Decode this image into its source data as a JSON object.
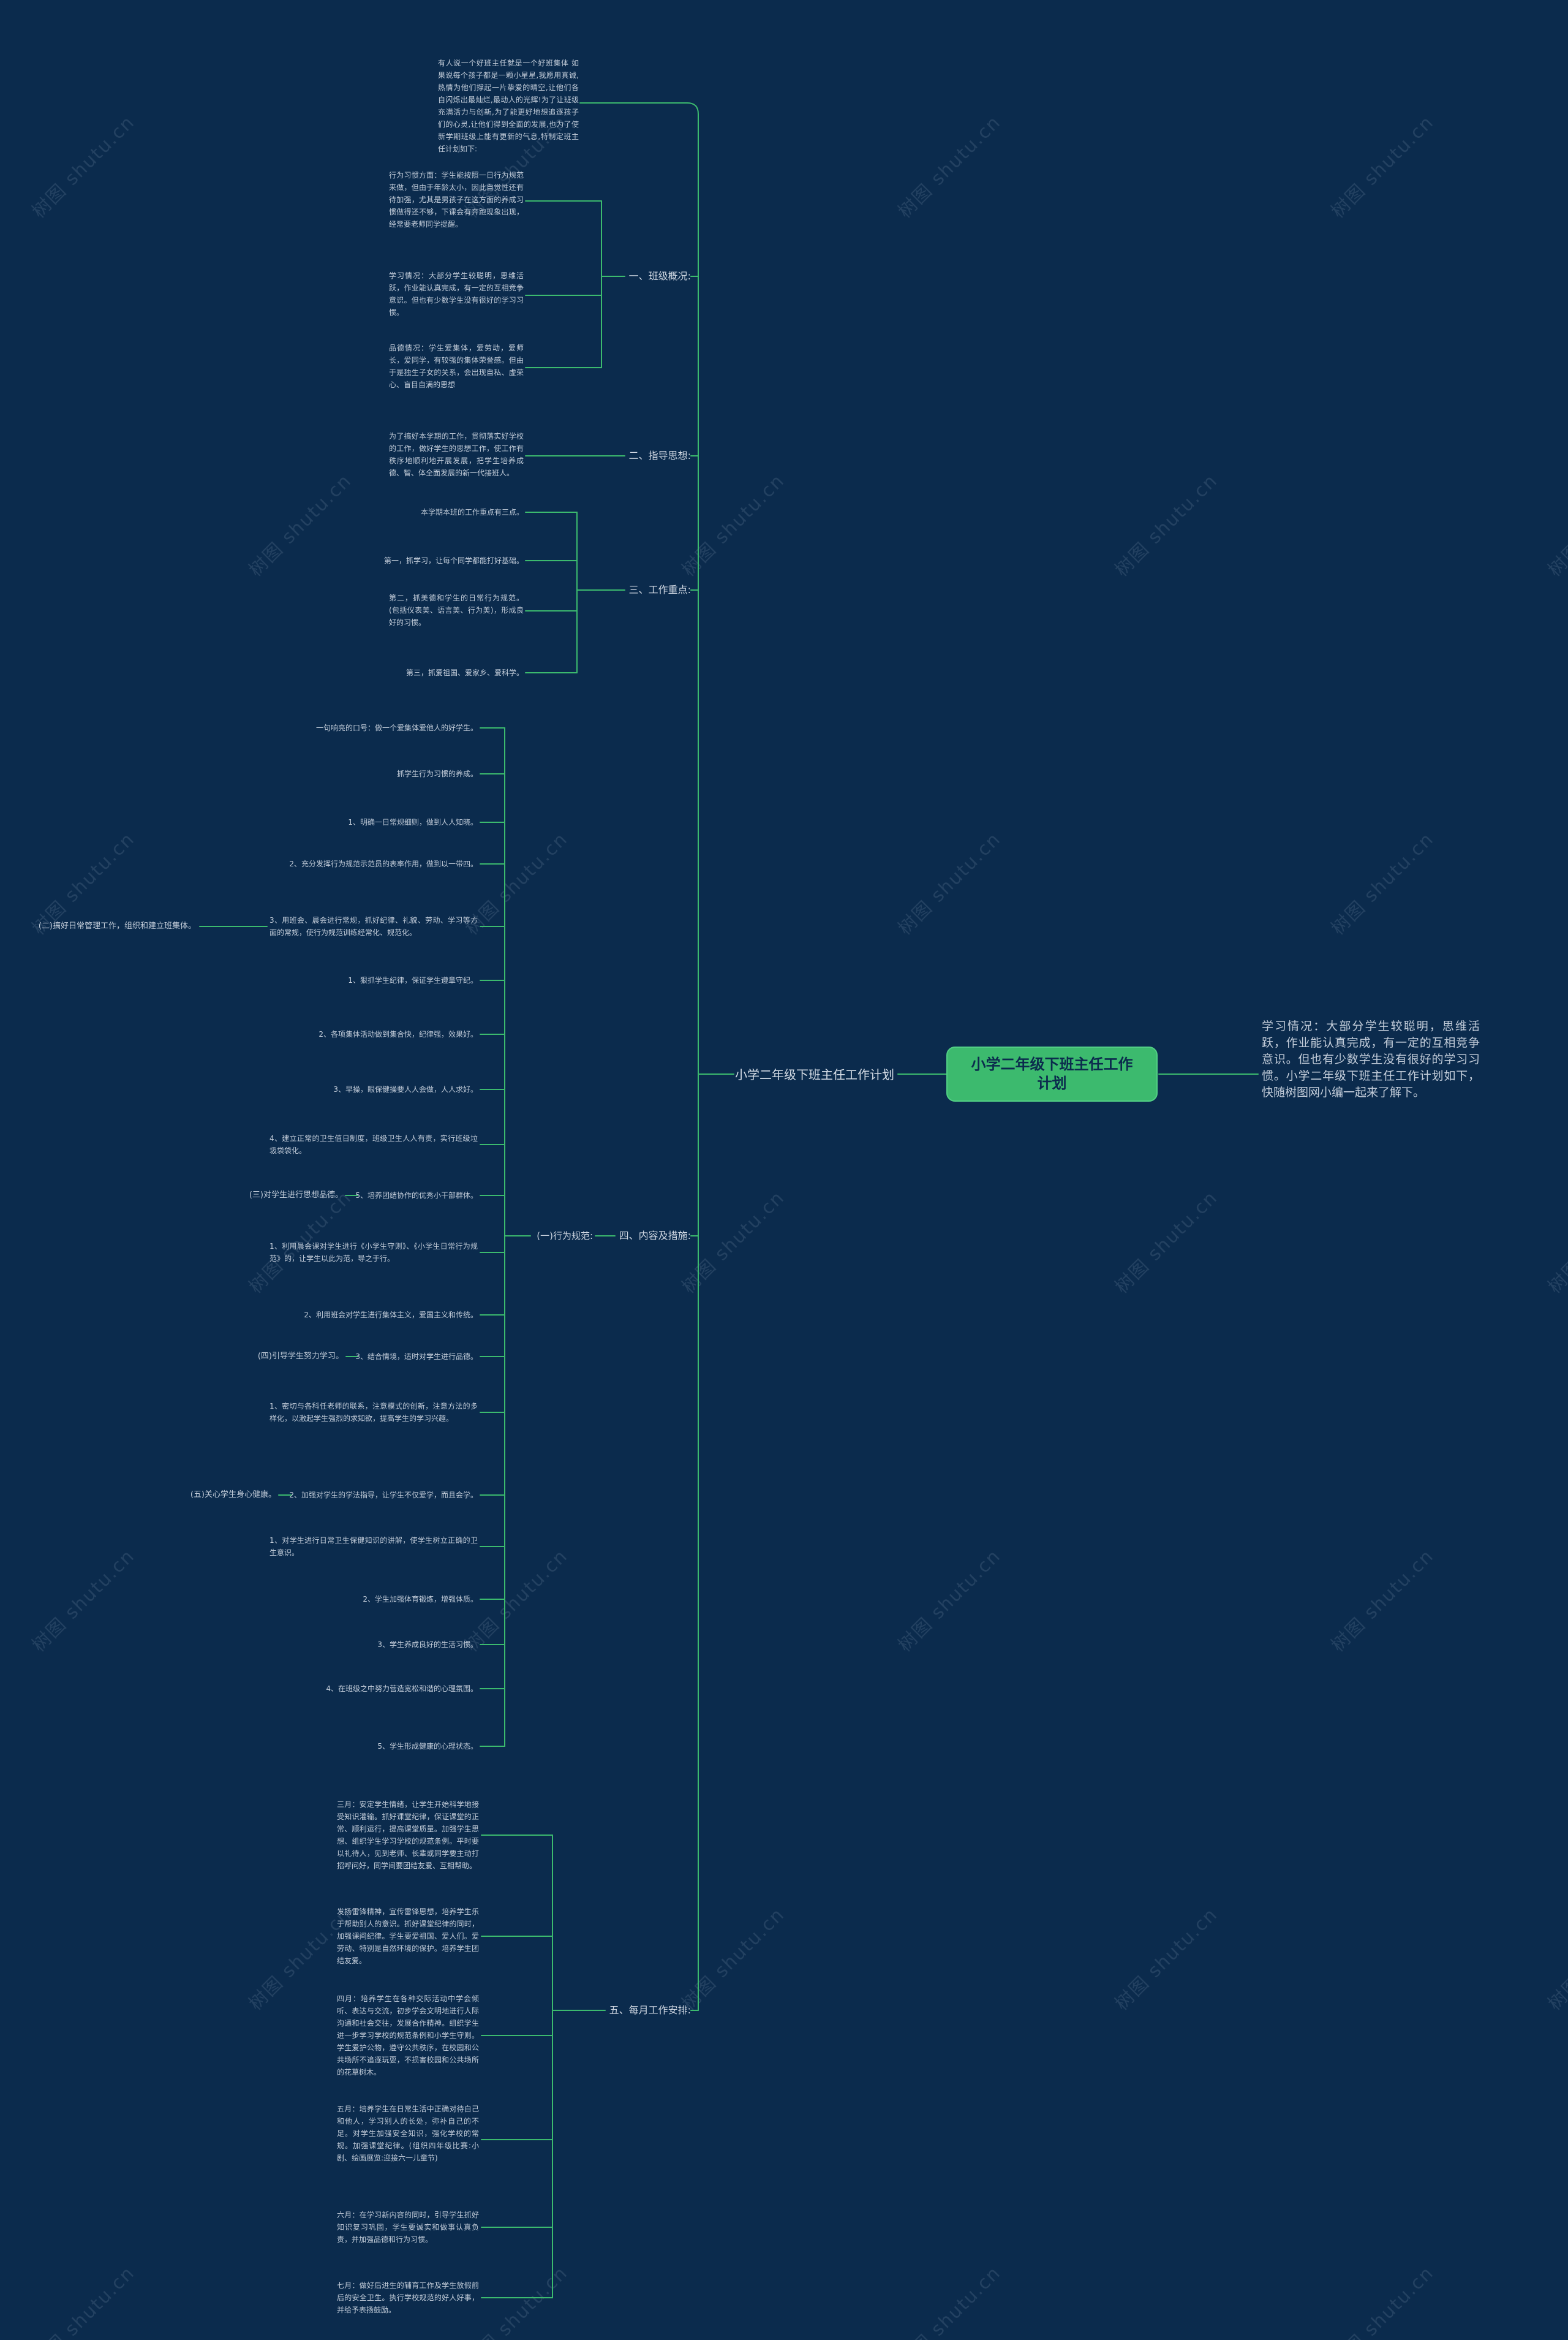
{
  "colors": {
    "background": "#0b2b4d",
    "accent": "#3cba6e",
    "text": "#c2ccd9"
  },
  "watermark": {
    "text": "树图 shutu.cn"
  },
  "mindmap": {
    "root": {
      "label": "小学二年级下班主任工作计划"
    },
    "side_title": "小学二年级下班主任工作计划",
    "intro": "有人说一个好班主任就是一个好班集体 如果说每个孩子都是一颗小星星,我愿用真诚,热情为他们撑起一片挚爱的晴空,让他们各自闪烁出最灿烂,最动人的光辉!为了让班级充满活力与创新,为了能更好地想追逐孩子们的心灵,让他们得到全面的发展,也为了使新学期班级上能有更新的气息,特制定班主任计划如下:",
    "right_note": "学习情况：大部分学生较聪明，思维活跃，作业能认真完成，有一定的互相竞争意识。但也有少数学生没有很好的学习习惯。小学二年级下班主任工作计划如下，快随树图网小编一起来了解下。",
    "branches": [
      {
        "label": "一、班级概况:",
        "children": [
          "行为习惯方面：学生能按照一日行为规范来做，但由于年龄太小，因此自觉性还有待加强，尤其是男孩子在这方面的养成习惯做得还不够，下课会有奔跑现象出现，经常要老师同学提醒。",
          "学习情况：大部分学生较聪明，思维活跃，作业能认真完成，有一定的互相竞争意识。但也有少数学生没有很好的学习习惯。",
          "品德情况：学生爱集体，爱劳动，爱师长，爱同学，有较强的集体荣誉感。但由于是独生子女的关系，会出现自私、虚荣心、盲目自满的思想"
        ]
      },
      {
        "label": "二、指导思想:",
        "children": [
          "为了搞好本学期的工作，贯彻落实好学校的工作，做好学生的思想工作，使工作有秩序地顺利地开展发展，把学生培养成德、智、体全面发展的新一代接班人。"
        ]
      },
      {
        "label": "三、工作重点:",
        "children": [
          "本学期本班的工作重点有三点。",
          "第一，抓学习，让每个同学都能打好基础。",
          "第二，抓美德和学生的日常行为规范。(包括仪表美、语言美、行为美)，形成良好的习惯。",
          "第三，抓爱祖国、爱家乡、爱科学。"
        ]
      },
      {
        "label": "四、内容及措施:",
        "sections": [
          {
            "label": "(一)行为规范:",
            "items": [
              "一句响亮的口号：做一个爱集体爱他人的好学生。",
              "抓学生行为习惯的养成。",
              "1、明确一日常规细则，做到人人知晓。",
              "2、充分发挥行为规范示范员的表率作用，做到以一带四。",
              "3、用班会、晨会进行常规，抓好纪律、礼貌、劳动、学习等方面的常规，使行为规范训练经常化、规范化。"
            ]
          },
          {
            "label": "(二)搞好日常管理工作，组织和建立班集体。",
            "items": [
              "1、狠抓学生纪律，保证学生遵章守纪。",
              "2、各项集体活动做到集合快，纪律强，效果好。",
              "3、早操，眼保健操要人人会做，人人求好。",
              "4、建立正常的卫生值日制度，班级卫生人人有责，实行班级垃圾袋袋化。",
              "5、培养团结协作的优秀小干部群体。"
            ]
          },
          {
            "label": "(三)对学生进行思想品德。",
            "items": [
              "1、利用晨会课对学生进行《小学生守则》、《小学生日常行为规范》的，让学生以此为范，导之于行。",
              "2、利用班会对学生进行集体主义，爱国主义和传统。",
              "3、结合情境，适时对学生进行品德。"
            ]
          },
          {
            "label": "(四)引导学生努力学习。",
            "items": [
              "1、密切与各科任老师的联系，注意模式的创新，注意方法的多样化，以激起学生强烈的求知欲，提高学生的学习兴趣。",
              "2、加强对学生的学法指导，让学生不仅爱学，而且会学。"
            ]
          },
          {
            "label": "(五)关心学生身心健康。",
            "items": [
              "1、对学生进行日常卫生保健知识的讲解，使学生树立正确的卫生意识。",
              "2、学生加强体育锻炼，增强体质。",
              "3、学生养成良好的生活习惯。",
              "4、在班级之中努力营造宽松和谐的心理氛围。",
              "5、学生形成健康的心理状态。"
            ]
          }
        ]
      },
      {
        "label": "五、每月工作安排:",
        "children": [
          "三月：安定学生情绪，让学生开始科学地接受知识灌输。抓好课堂纪律，保证课堂的正常、顺利运行，提高课堂质量。加强学生思想、组织学生学习学校的规范条例。平时要以礼待人，见到老师、长辈或同学要主动打招呼问好，同学间要团结友爱、互相帮助。",
          "发扬雷锋精神，宣传雷锋思想，培养学生乐于帮助别人的意识。抓好课堂纪律的同时，加强课间纪律。学生要爱祖国、爱人们。爱劳动、特别是自然环境的保护。培养学生团结友爱。",
          "四月：培养学生在各种交际活动中学会倾听、表达与交流，初步学会文明地进行人际沟通和社会交往，发展合作精神。组织学生进一步学习学校的规范条例和小学生守则。学生爱护公物，遵守公共秩序，在校园和公共场所不追逐玩耍，不损害校园和公共场所的花草树木。",
          "五月：培养学生在日常生活中正确对待自己和他人，学习别人的长处，弥补自己的不足。对学生加强安全知识，强化学校的常规。加强课堂纪律。(组织四年级比赛:小剧、绘画展览:迎接六一儿童节)",
          "六月：在学习新内容的同时，引导学生抓好知识复习巩固，学生要诚实和做事认真负责，并加强品德和行为习惯。",
          "七月：做好后进生的辅育工作及学生放假前后的安全卫生。执行学校规范的好人好事，并给予表扬鼓励。"
        ]
      }
    ]
  }
}
